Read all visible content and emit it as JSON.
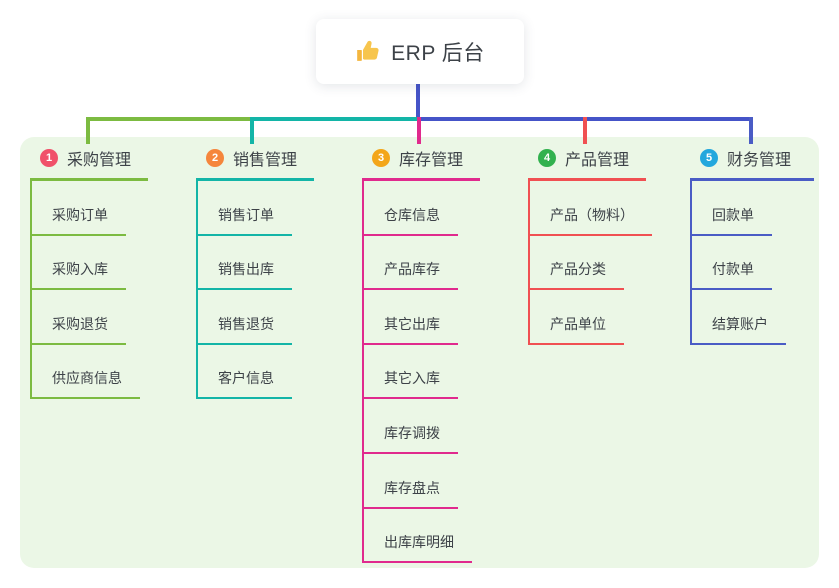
{
  "root": {
    "label": "ERP 后台",
    "icon": "thumbs-up-icon"
  },
  "branches": [
    {
      "number": "1",
      "label": "采购管理",
      "badge_color": "#f0516a",
      "line_color": "#7cbb41",
      "children": [
        "采购订单",
        "采购入库",
        "采购退货",
        "供应商信息"
      ]
    },
    {
      "number": "2",
      "label": "销售管理",
      "badge_color": "#f5863c",
      "line_color": "#13b5a7",
      "children": [
        "销售订单",
        "销售出库",
        "销售退货",
        "客户信息"
      ]
    },
    {
      "number": "3",
      "label": "库存管理",
      "badge_color": "#f3a61a",
      "line_color": "#e02a8d",
      "children": [
        "仓库信息",
        "产品库存",
        "其它出库",
        "其它入库",
        "库存调拨",
        "库存盘点",
        "出库库明细"
      ]
    },
    {
      "number": "4",
      "label": "产品管理",
      "badge_color": "#31b14e",
      "line_color": "#f05052",
      "children": [
        "产品（物料）",
        "产品分类",
        "产品单位"
      ]
    },
    {
      "number": "5",
      "label": "财务管理",
      "badge_color": "#23a7dd",
      "line_color": "#4a5cc5",
      "children": [
        "回款单",
        "付款单",
        "结算账户"
      ]
    }
  ],
  "colors": {
    "root_connector": "#4554c8",
    "panel_bg": "#ebf7e6",
    "node_text": "#3d4248",
    "root_bg": "#ffffff",
    "thumb_icon": "#f4b63f"
  }
}
